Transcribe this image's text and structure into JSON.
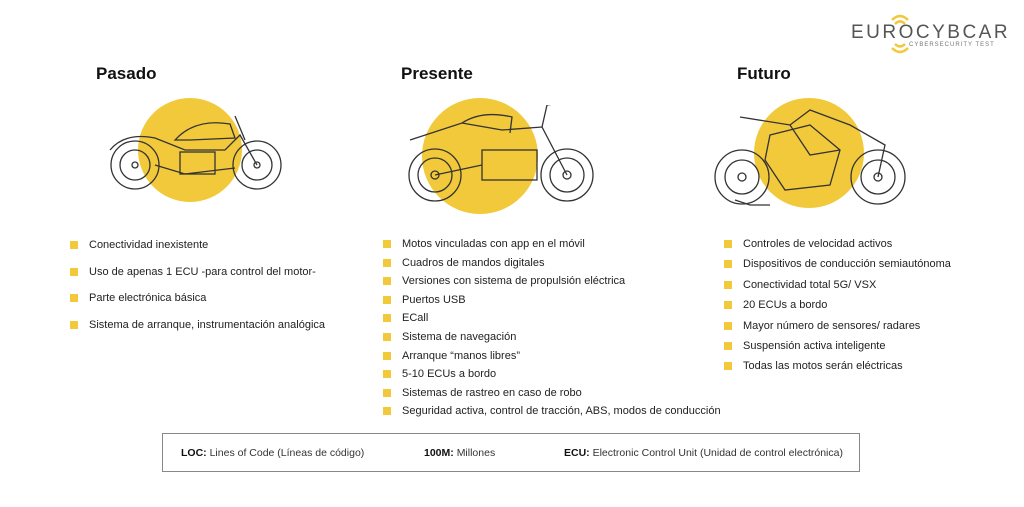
{
  "logo": {
    "name": "EUROCYBCAR",
    "tagline": "CYBERSECURITY TEST",
    "accent": "#f2c93b"
  },
  "columns": [
    {
      "title": "Pasado",
      "items": [
        "Conectividad inexistente",
        "Uso de apenas 1 ECU -para control del motor-",
        "Parte electrónica básica",
        "Sistema de arranque, instrumentación analógica"
      ]
    },
    {
      "title": "Presente",
      "items": [
        "Motos vinculadas con app en el móvil",
        "Cuadros de mandos digitales",
        "Versiones con sistema de propulsión eléctrica",
        "Puertos USB",
        "ECall",
        "Sistema de navegación",
        "Arranque “manos libres”",
        "5-10 ECUs a bordo",
        "Sistemas de rastreo en caso de robo",
        "Seguridad activa, control de tracción, ABS, modos de conducción"
      ]
    },
    {
      "title": "Futuro",
      "items": [
        "Controles de velocidad activos",
        "Dispositivos de conducción semiautónoma",
        "Conectividad total 5G/ VSX",
        "20 ECUs a bordo",
        "Mayor número de sensores/ radares",
        "Suspensión activa inteligente",
        "Todas las motos serán eléctricas"
      ]
    }
  ],
  "legend": [
    {
      "key": "LOC:",
      "value": "Lines of Code (Líneas de código)"
    },
    {
      "key": "100M:",
      "value": "Millones"
    },
    {
      "key": "ECU:",
      "value": "Electronic Control Unit (Unidad de control electrónica)"
    }
  ]
}
